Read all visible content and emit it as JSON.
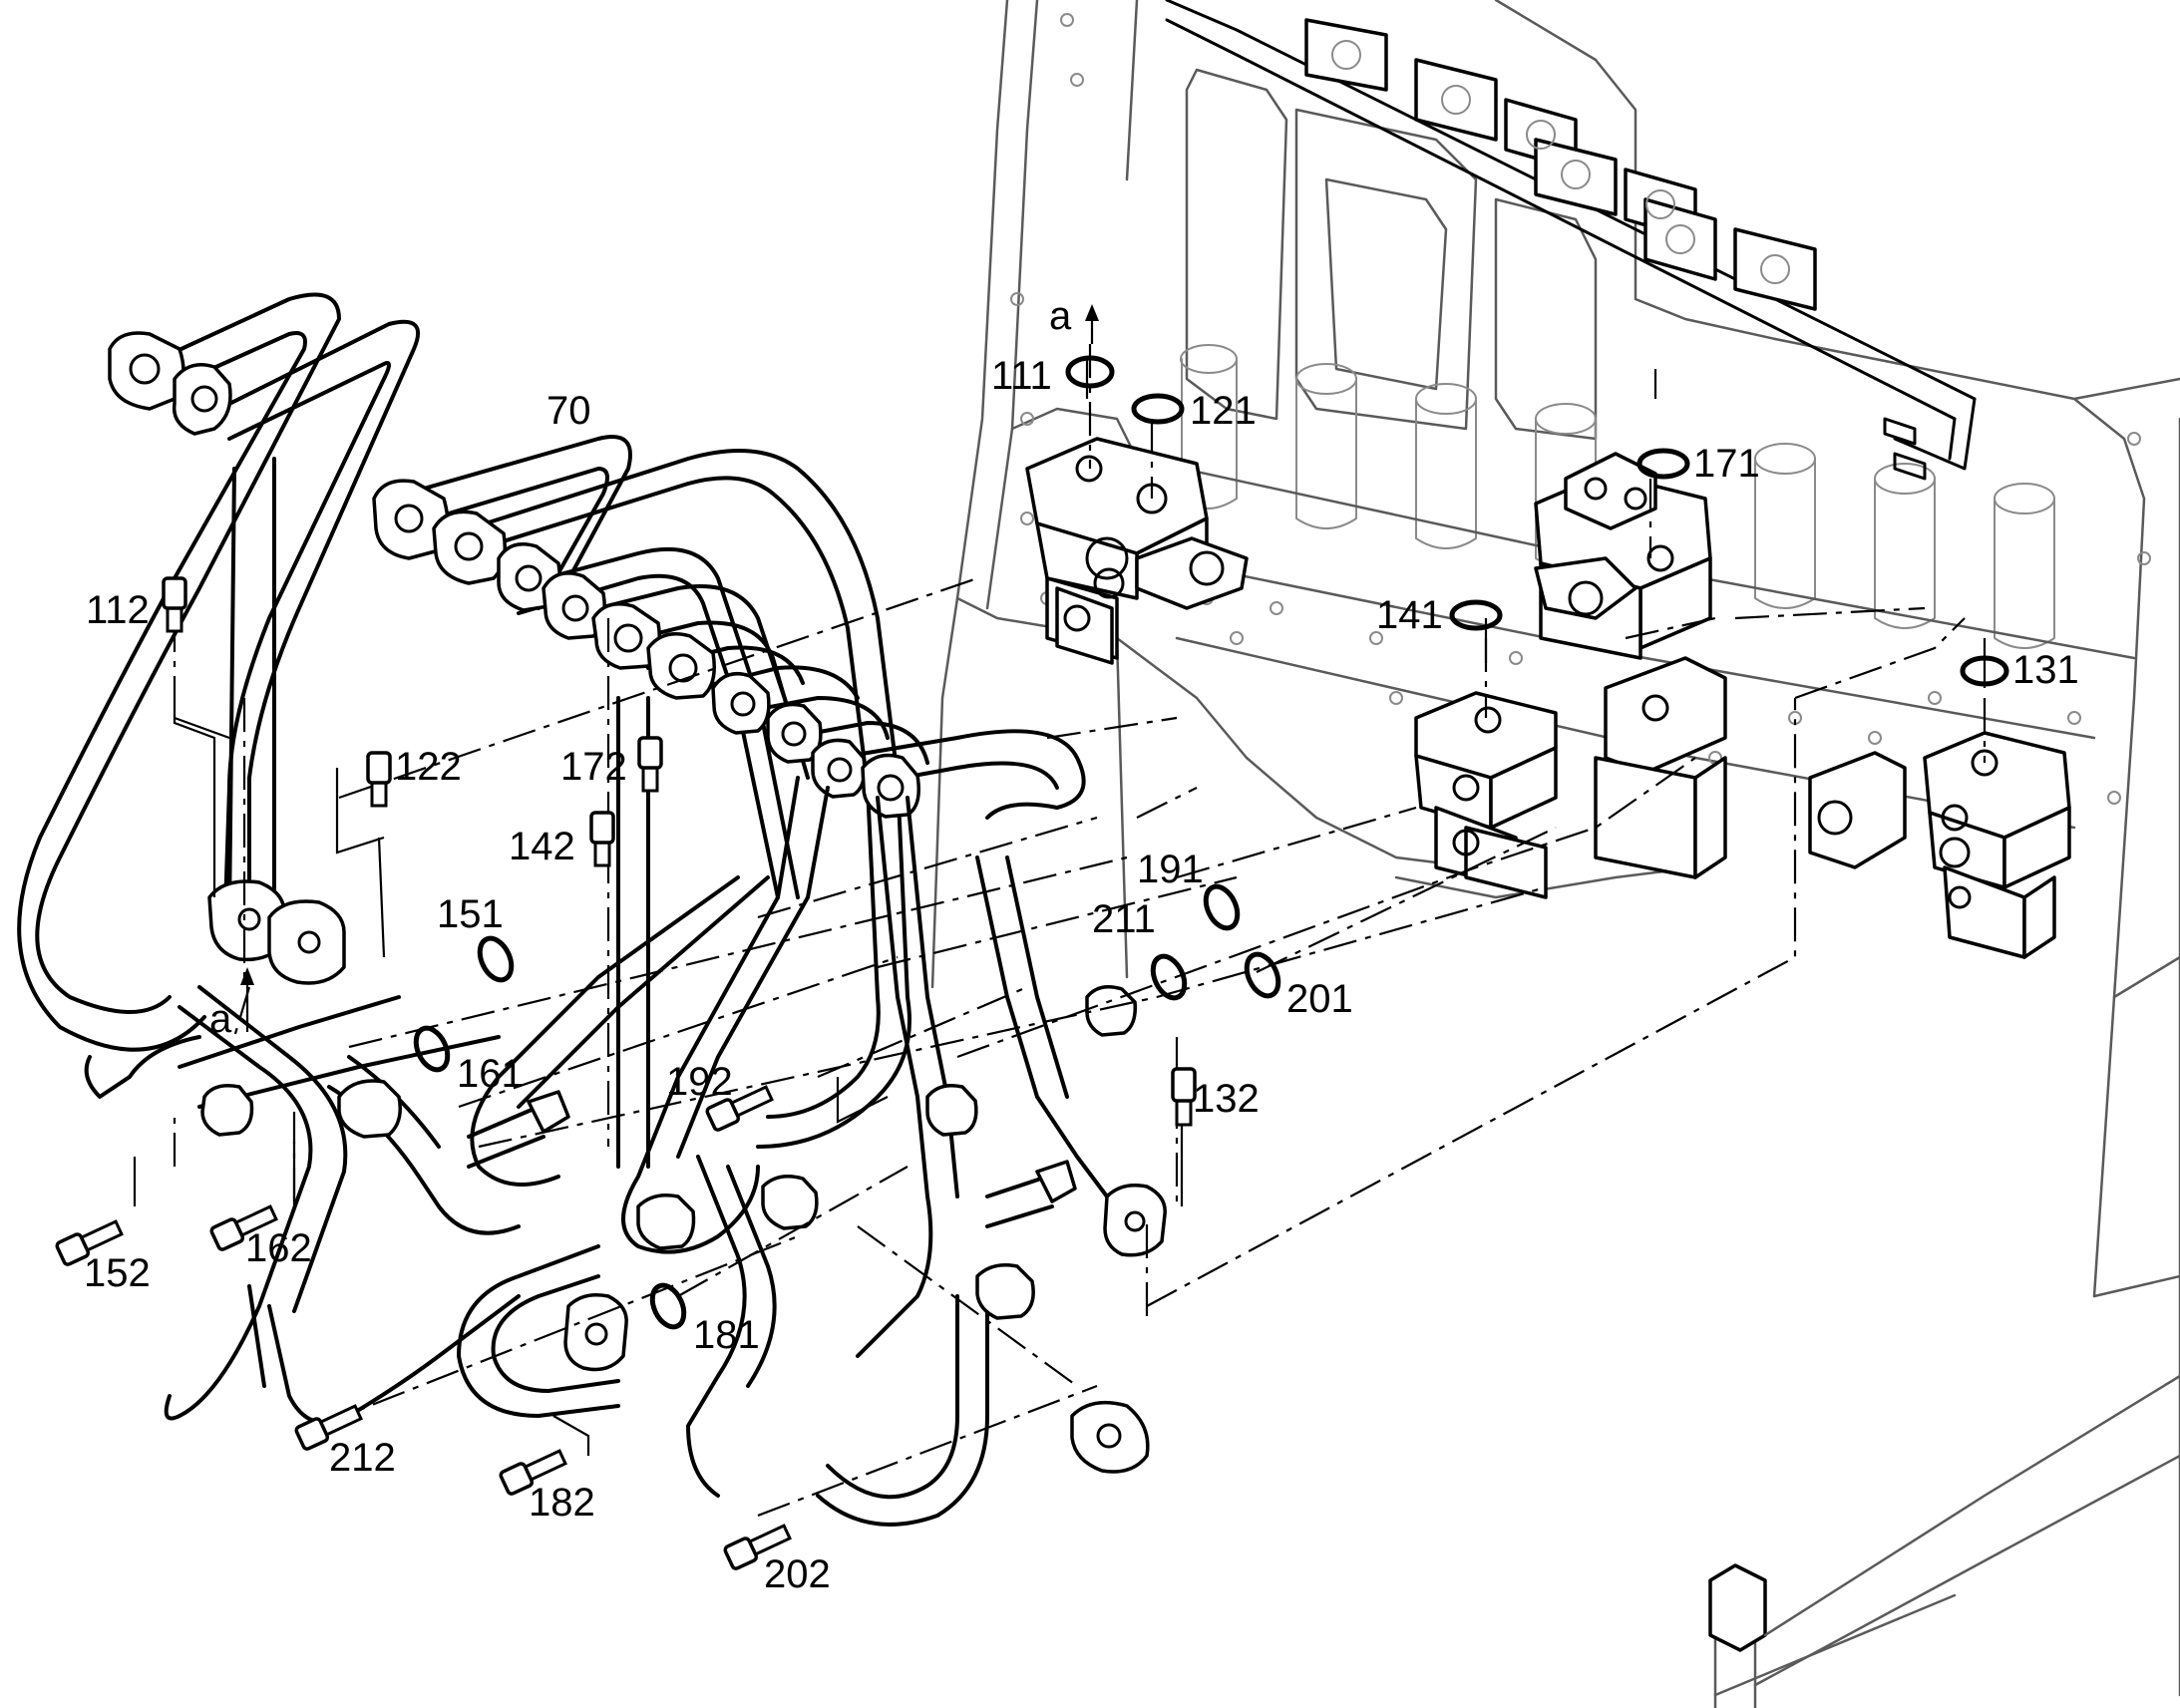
{
  "callouts": [
    {
      "id": "70",
      "text": "70"
    },
    {
      "id": "111",
      "text": "111"
    },
    {
      "id": "112",
      "text": "112"
    },
    {
      "id": "121",
      "text": "121"
    },
    {
      "id": "122",
      "text": "122"
    },
    {
      "id": "131",
      "text": "131"
    },
    {
      "id": "132",
      "text": "132"
    },
    {
      "id": "141",
      "text": "141"
    },
    {
      "id": "142",
      "text": "142"
    },
    {
      "id": "151",
      "text": "151"
    },
    {
      "id": "152",
      "text": "152"
    },
    {
      "id": "161",
      "text": "161"
    },
    {
      "id": "162",
      "text": "162"
    },
    {
      "id": "171",
      "text": "171"
    },
    {
      "id": "172",
      "text": "172"
    },
    {
      "id": "181",
      "text": "181"
    },
    {
      "id": "182",
      "text": "182"
    },
    {
      "id": "191",
      "text": "191"
    },
    {
      "id": "192",
      "text": "192"
    },
    {
      "id": "201",
      "text": "201"
    },
    {
      "id": "202",
      "text": "202"
    },
    {
      "id": "211",
      "text": "211"
    },
    {
      "id": "212",
      "text": "212"
    },
    {
      "id": "a1",
      "text": "a"
    },
    {
      "id": "a2",
      "text": "a"
    }
  ]
}
